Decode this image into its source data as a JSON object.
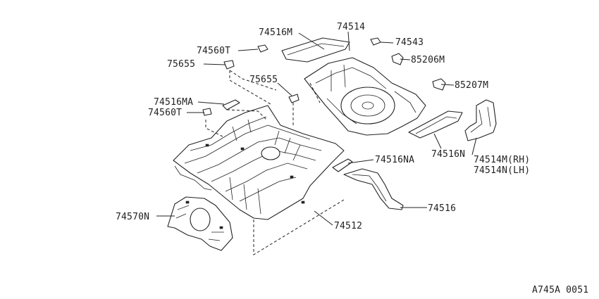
{
  "diagram": {
    "labels": {
      "l_74516M": "74516M",
      "l_74514": "74514",
      "l_74543": "74543",
      "l_74560T_top": "74560T",
      "l_85206M": "85206M",
      "l_75655_left": "75655",
      "l_75655_mid": "75655",
      "l_85207M": "85207M",
      "l_74516MA": "74516MA",
      "l_74560T_left": "74560T",
      "l_74516N": "74516N",
      "l_74514M": "74514M(RH)",
      "l_74514N": "74514N(LH)",
      "l_74516NA": "74516NA",
      "l_74516": "74516",
      "l_74570N": "74570N",
      "l_74512": "74512"
    },
    "code": "A745A 0051"
  }
}
